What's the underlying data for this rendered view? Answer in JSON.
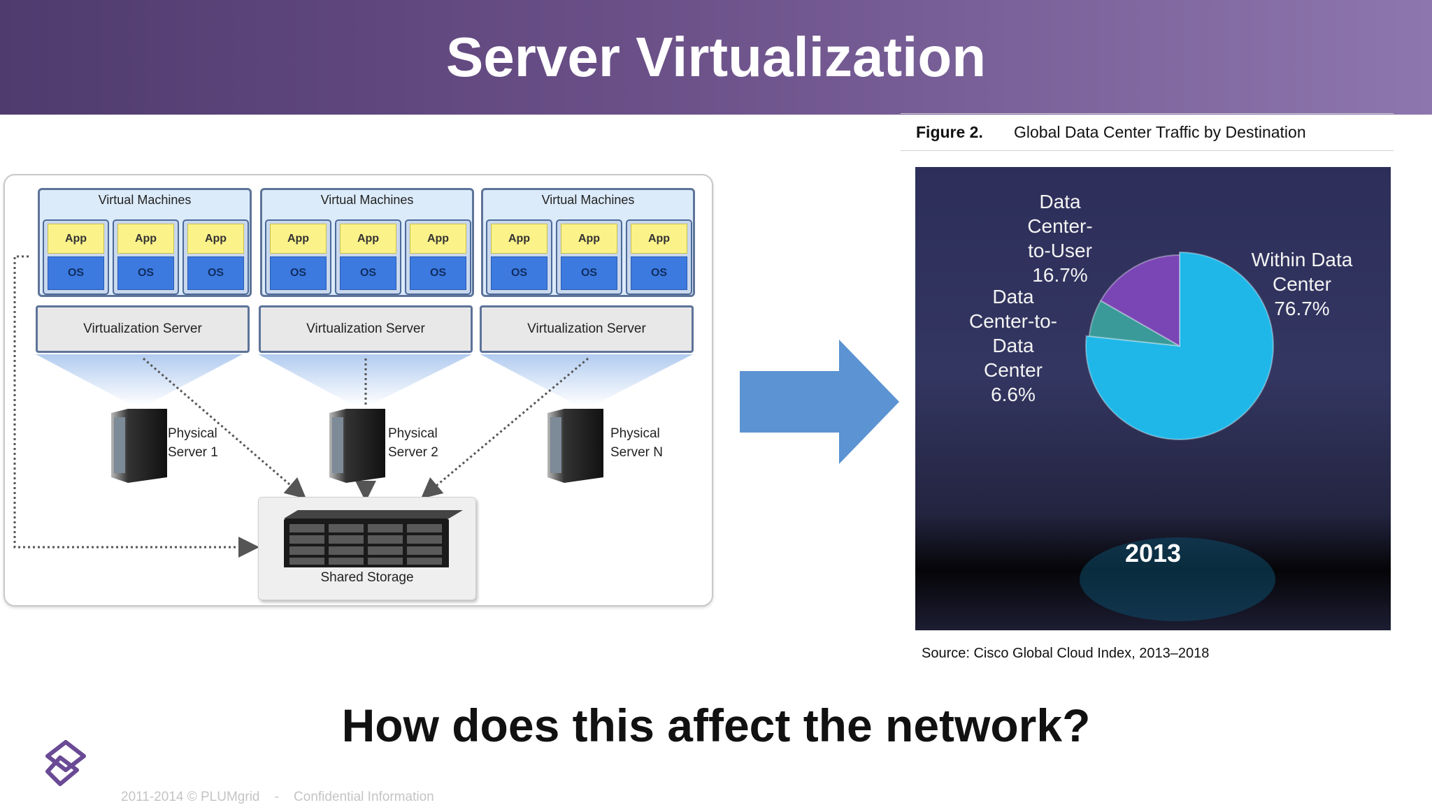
{
  "slide": {
    "title": "Server Virtualization",
    "question": "How does this affect the network?",
    "footer": "2011-2014 © PLUMgrid    -    Confidential Information"
  },
  "diagram": {
    "clusters": [
      {
        "title": "Virtual Machines",
        "vms": [
          {
            "app": "App",
            "os": "OS"
          },
          {
            "app": "App",
            "os": "OS"
          },
          {
            "app": "App",
            "os": "OS"
          }
        ],
        "server": "Virtualization Server",
        "physical": [
          "Physical",
          "Server 1"
        ]
      },
      {
        "title": "Virtual Machines",
        "vms": [
          {
            "app": "App",
            "os": "OS"
          },
          {
            "app": "App",
            "os": "OS"
          },
          {
            "app": "App",
            "os": "OS"
          }
        ],
        "server": "Virtualization Server",
        "physical": [
          "Physical",
          "Server 2"
        ]
      },
      {
        "title": "Virtual Machines",
        "vms": [
          {
            "app": "App",
            "os": "OS"
          },
          {
            "app": "App",
            "os": "OS"
          },
          {
            "app": "App",
            "os": "OS"
          }
        ],
        "server": "Virtualization Server",
        "physical": [
          "Physical",
          "Server N"
        ]
      }
    ],
    "storage_label": "Shared Storage"
  },
  "figure": {
    "number": "Figure 2.",
    "title": "Global Data Center Traffic by Destination",
    "year": "2013",
    "source": "Source: Cisco Global Cloud Index, 2013–2018"
  },
  "chart_data": {
    "type": "pie",
    "title": "Global Data Center Traffic by Destination",
    "slices": [
      {
        "label": [
          "Within Data",
          "Center",
          "76.7%"
        ],
        "value": 76.7,
        "color": "#1fb7e8"
      },
      {
        "label": [
          "Data",
          "Center-to-",
          "Data",
          "Center",
          "6.6%"
        ],
        "value": 6.6,
        "color": "#3a9a9a"
      },
      {
        "label": [
          "Data",
          "Center-",
          "to-User",
          "16.7%"
        ],
        "value": 16.7,
        "color": "#7a45b5"
      }
    ]
  },
  "colors": {
    "banner_start": "#4f3b6e",
    "banner_end": "#8d76ad",
    "arrow": "#5b93d3",
    "logo": "#6a4a95"
  }
}
